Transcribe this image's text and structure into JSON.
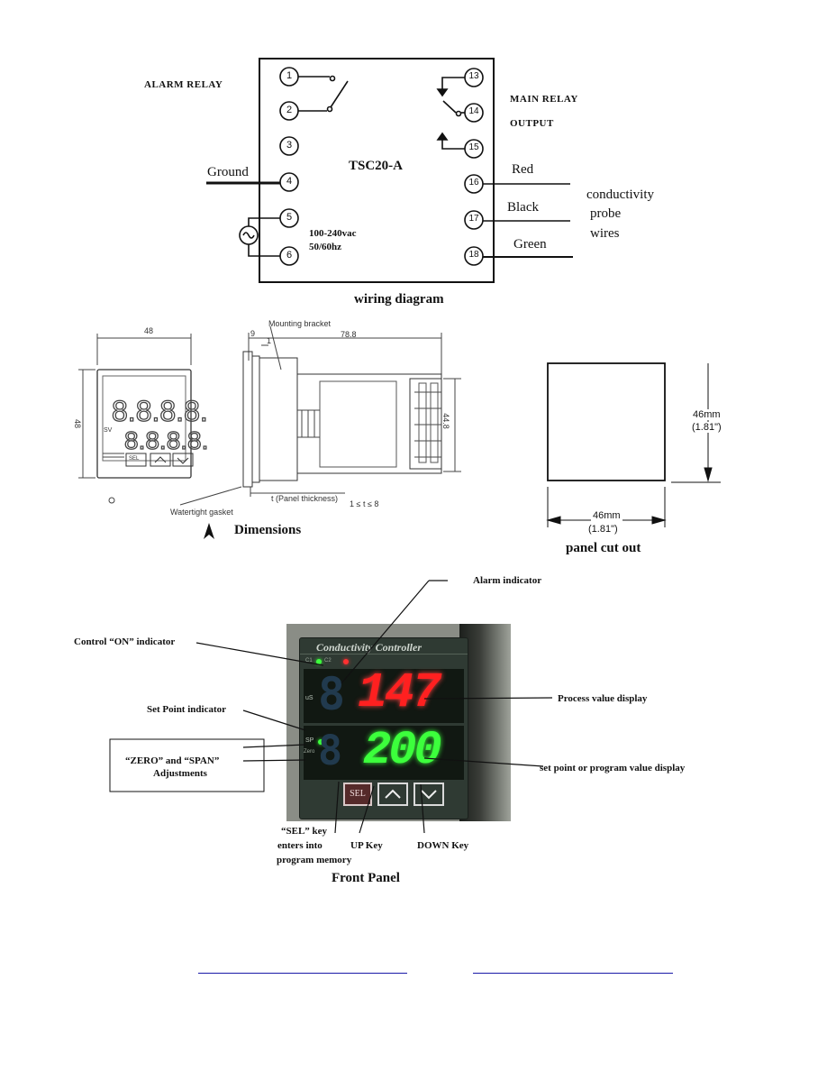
{
  "wiring": {
    "model": "TSC20-A",
    "alarm_relay": "ALARM  RELAY",
    "main_relay_1": "MAIN  RELAY",
    "main_relay_2": "OUTPUT",
    "ground": "Ground",
    "supply_1": "100-240vac",
    "supply_2": "50/60hz",
    "red": "Red",
    "black": "Black",
    "green": "Green",
    "probe_1": "conductivity",
    "probe_2": "probe",
    "probe_3": "wires",
    "terminals_left": [
      "1",
      "2",
      "3",
      "4",
      "5",
      "6"
    ],
    "terminals_right": [
      "13",
      "14",
      "15",
      "16",
      "17",
      "18"
    ],
    "caption": "wiring diagram"
  },
  "dimensions": {
    "width_48": "48",
    "height_48": "48",
    "sv": "SV",
    "sel": "SEL",
    "mounting_bracket": "Mounting bracket",
    "dim_9": "9",
    "dim_1": "1",
    "dim_78": "78.8",
    "dim_44": "44.8",
    "panel_thickness": "t (Panel thickness)",
    "thickness_range": "1 ≤ t ≤ 8",
    "gasket": "Watertight gasket",
    "caption": "Dimensions"
  },
  "cutout": {
    "v_mm": "46mm",
    "v_in": "(1.81\")",
    "h_mm": "46mm",
    "h_in": "(1.81\")",
    "caption": "panel cut out"
  },
  "front_panel": {
    "alarm_indicator": "Alarm  indicator",
    "control_on": "Control “ON” indicator",
    "set_point": "Set Point  indicator",
    "zero_span_1": "“ZERO”  and  “SPAN”",
    "zero_span_2": "Adjustments",
    "process_value": "Process value display",
    "set_point_display": "set point or program  value display",
    "sel_key_1": "“SEL” key",
    "sel_key_2": "enters into",
    "sel_key_3": "program memory",
    "up_key": "UP  Key",
    "down_key": "DOWN  Key",
    "device_title": "Conductivity Controller",
    "pv": "147",
    "sv": "200",
    "sel_btn": "SEL",
    "unit": "uS",
    "sp": "SP",
    "zero": "Zero",
    "c1": "C1",
    "c2": "C2",
    "caption": "Front Panel"
  },
  "colors": {
    "pv_red": "#ff2020",
    "sv_green": "#3cff3c",
    "link_blue": "#1a1aa8"
  }
}
